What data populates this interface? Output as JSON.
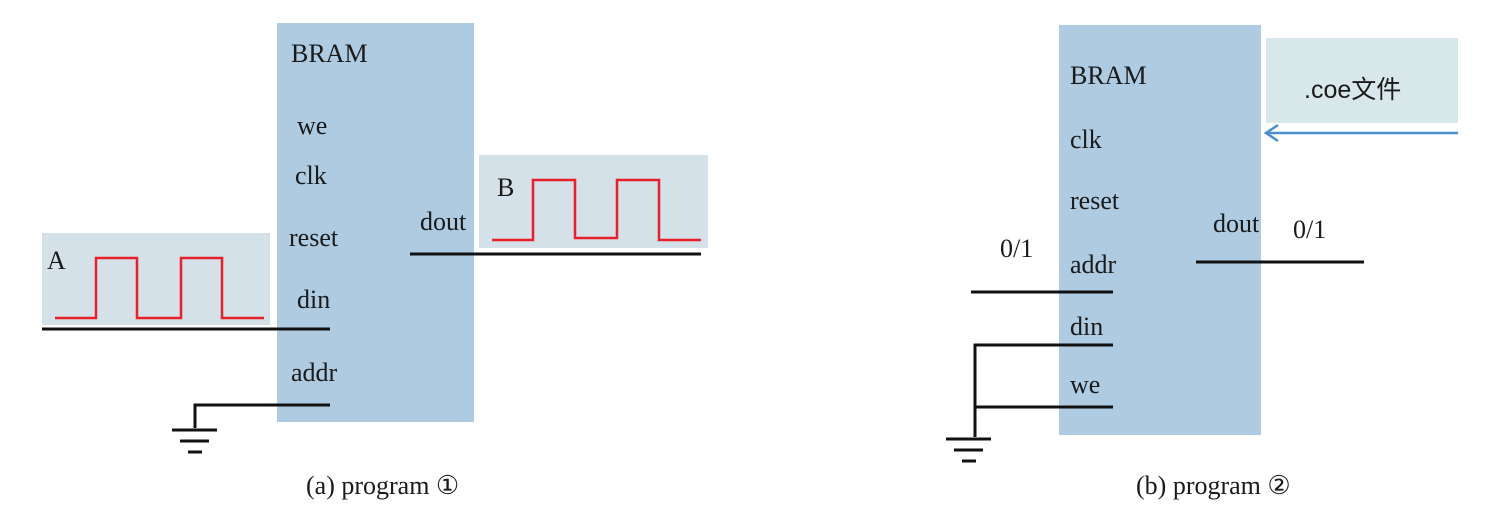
{
  "panel_a": {
    "block_title": "BRAM",
    "ports": {
      "we": "we",
      "clk": "clk",
      "reset": "reset",
      "din": "din",
      "addr": "addr",
      "dout": "dout"
    },
    "input_signal_label": "A",
    "output_signal_label": "B",
    "caption": "(a) program ①"
  },
  "panel_b": {
    "block_title": "BRAM",
    "ports": {
      "clk": "clk",
      "reset": "reset",
      "addr": "addr",
      "din": "din",
      "we": "we",
      "dout": "dout"
    },
    "file_box_label": ".coe文件",
    "addr_value": "0/1",
    "dout_value": "0/1",
    "caption": "(b) program ②"
  },
  "colors": {
    "block_fill": "#aecbe1",
    "signal_box_fill": "#d5e1e8",
    "file_box_fill": "#d8e7ea",
    "waveform": "#e8202a",
    "arrow": "#4a90d0",
    "wire": "#111111"
  }
}
